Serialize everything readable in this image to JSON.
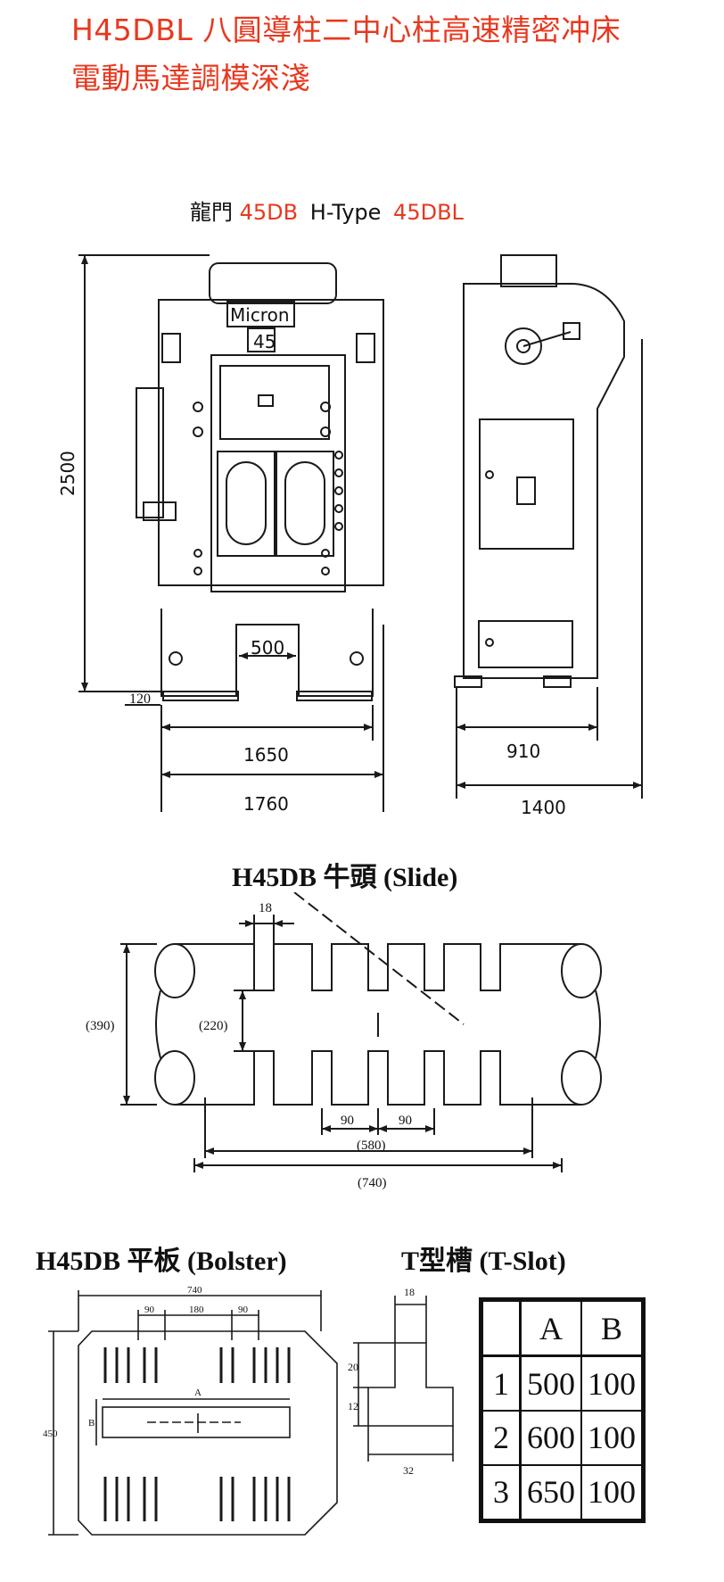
{
  "title": {
    "line1": "H45DBL 八圓導柱二中心柱高速精密冲床",
    "line2": "電動馬達調模深淺"
  },
  "machine": {
    "subtitle_prefix": "龍門",
    "subtitle_model1": "45DB",
    "subtitle_type": "H-Type",
    "subtitle_model2": "45DBL",
    "brand_plate": "Micron",
    "model_plate": "45",
    "front_dims": {
      "height": "2500",
      "bed_opening": "500",
      "base_offset": "120",
      "width_inner": "1650",
      "width_outer": "1760"
    },
    "side_dims": {
      "depth_inner": "910",
      "depth_outer": "1400"
    }
  },
  "slide": {
    "heading": "H45DB 牛頭 (Slide)",
    "dims": {
      "slot_width": "18",
      "height": "(390)",
      "inner_height": "(220)",
      "pitch_a": "90",
      "pitch_b": "90",
      "span_inner": "(580)",
      "span_outer": "(740)"
    }
  },
  "bolster": {
    "heading": "H45DB 平板 (Bolster)",
    "dims": {
      "width": "740",
      "pitch_left": "90",
      "pitch_center": "180",
      "pitch_right": "90",
      "height": "450",
      "label_a": "A",
      "label_b": "B"
    }
  },
  "tslot": {
    "heading": "T型槽 (T-Slot)",
    "dims": {
      "top_width": "18",
      "upper_height": "20",
      "lower_height": "12",
      "bottom_width": "32"
    },
    "table": {
      "headers": [
        "",
        "A",
        "B"
      ],
      "rows": [
        [
          "1",
          "500",
          "100"
        ],
        [
          "2",
          "600",
          "100"
        ],
        [
          "3",
          "650",
          "100"
        ]
      ]
    }
  },
  "colors": {
    "accent": "#e8381f",
    "line": "#1a1a1a"
  }
}
